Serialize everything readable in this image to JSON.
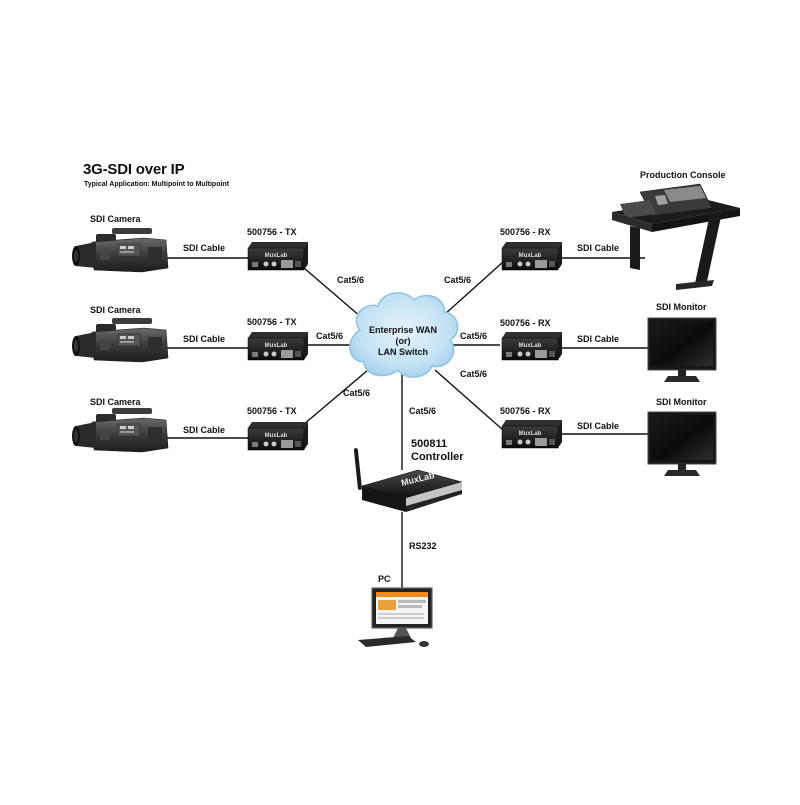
{
  "title": "3G-SDI over IP",
  "subtitle": "Typical Application: Multipoint to Multipoint",
  "cameras": [
    {
      "label": "SDI Camera",
      "cable": "SDI Cable",
      "tx_label": "500756 - TX"
    },
    {
      "label": "SDI Camera",
      "cable": "SDI Cable",
      "tx_label": "500756 - TX"
    },
    {
      "label": "SDI Camera",
      "cable": "SDI Cable",
      "tx_label": "500756 - TX"
    }
  ],
  "receivers": [
    {
      "device": "Production Console",
      "cable": "SDI Cable",
      "rx_label": "500756 - RX"
    },
    {
      "device": "SDI Monitor",
      "cable": "SDI Cable",
      "rx_label": "500756 - RX"
    },
    {
      "device": "SDI Monitor",
      "cable": "SDI Cable",
      "rx_label": "500756 - RX"
    }
  ],
  "network": {
    "line1": "Enterprise WAN",
    "line2": "(or)",
    "line3": "LAN Switch"
  },
  "links": {
    "tx1": "Cat5/6",
    "tx2": "Cat5/6",
    "tx3": "Cat5/6",
    "rx1": "Cat5/6",
    "rx2": "Cat5/6",
    "rx3": "Cat5/6",
    "controller": "Cat5/6"
  },
  "controller": {
    "model": "500811",
    "name": "Controller",
    "brand": "MuxLab",
    "link_to_pc": "RS232"
  },
  "pc": {
    "label": "PC"
  },
  "device_brand": "MuxLab"
}
